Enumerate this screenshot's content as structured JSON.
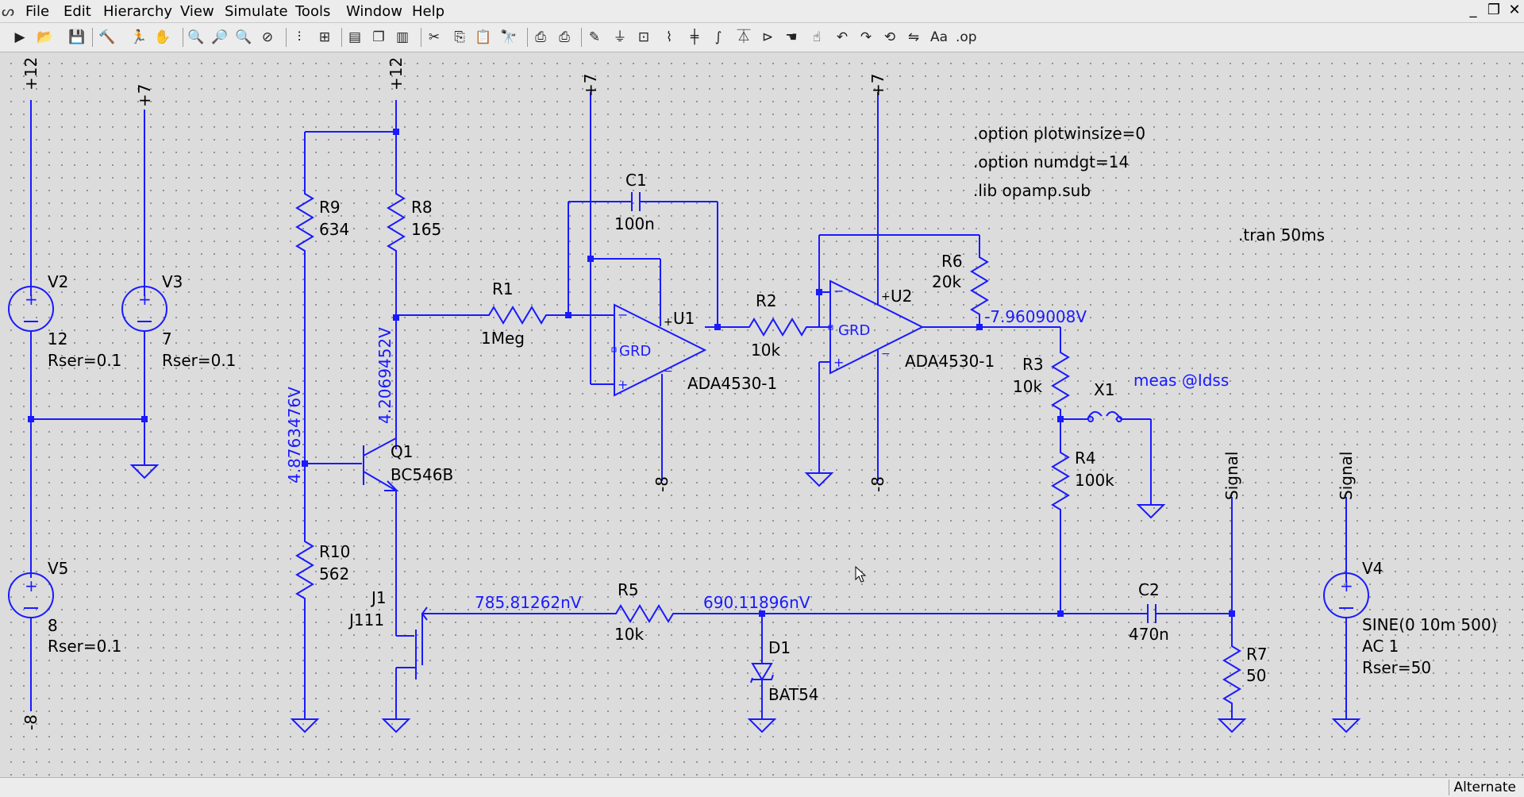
{
  "menu": {
    "items": [
      "File",
      "Edit",
      "Hierarchy",
      "View",
      "Simulate",
      "Tools",
      "Window",
      "Help"
    ]
  },
  "window_controls": {
    "minimize": "_",
    "restore": "❐",
    "close": "✕"
  },
  "toolbar": {
    "icons": [
      "new-schematic-icon",
      "open-icon",
      "save-icon",
      "control-panel-icon",
      "run-icon",
      "halt-icon",
      "zoom-in-icon",
      "zoom-pan-icon",
      "zoom-out-icon",
      "zoom-fit-icon",
      "waveform-autorange-icon",
      "waveform-grid-icon",
      "tile-horizontal-icon",
      "cascade-icon",
      "tile-vertical-icon",
      "cut-icon",
      "copy-icon",
      "paste-icon",
      "find-icon",
      "print-icon",
      "print-preview-icon",
      "draw-wire-icon",
      "ground-icon",
      "label-net-icon",
      "resistor-icon",
      "capacitor-icon",
      "inductor-icon",
      "diode-icon",
      "component-icon",
      "move-icon",
      "drag-icon",
      "undo-icon",
      "redo-icon",
      "rotate-icon",
      "mirror-icon",
      "text-icon",
      "spice-directive-icon"
    ]
  },
  "status": {
    "text": "Alternate"
  },
  "schematic": {
    "supplies": {
      "plus12": "+12",
      "plus7": "+7",
      "minus8": "-8"
    },
    "V2": {
      "name": "V2",
      "value": "12",
      "rser": "Rser=0.1"
    },
    "V3": {
      "name": "V3",
      "value": "7",
      "rser": "Rser=0.1"
    },
    "V5": {
      "name": "V5",
      "value": "8",
      "rser": "Rser=0.1"
    },
    "V4": {
      "name": "V4",
      "line1": "SINE(0 10m 500)",
      "line2": "AC 1",
      "line3": "Rser=50"
    },
    "R9": {
      "name": "R9",
      "value": "634"
    },
    "R8": {
      "name": "R8",
      "value": "165"
    },
    "R10": {
      "name": "R10",
      "value": "562"
    },
    "R1": {
      "name": "R1",
      "value": "1Meg"
    },
    "R2": {
      "name": "R2",
      "value": "10k"
    },
    "R3": {
      "name": "R3",
      "value": "10k"
    },
    "R4": {
      "name": "R4",
      "value": "100k"
    },
    "R5": {
      "name": "R5",
      "value": "10k"
    },
    "R6": {
      "name": "R6",
      "value": "20k"
    },
    "R7": {
      "name": "R7",
      "value": "50"
    },
    "C1": {
      "name": "C1",
      "value": "100n"
    },
    "C2": {
      "name": "C2",
      "value": "470n"
    },
    "Q1": {
      "name": "Q1",
      "value": "BC546B"
    },
    "J1": {
      "name": "J1",
      "value": "J111"
    },
    "D1": {
      "name": "D1",
      "value": "BAT54"
    },
    "U1": {
      "name": "U1",
      "model": "ADA4530-1",
      "grd": "GRD"
    },
    "U2": {
      "name": "U2",
      "model": "ADA4530-1",
      "grd": "GRD"
    },
    "X1": {
      "name": "X1",
      "meas": "meas @Idss"
    },
    "signal_label": "Signal",
    "probes": {
      "v_q1_base": "4.8763476V",
      "v_q1_collector": "4.2069452V",
      "v_u2_out": "-7.9609008V",
      "v_j1_gate": "785.81262nV",
      "v_d1": "690.11896nV"
    },
    "directives": {
      "d1": ".option plotwinsize=0",
      "d2": ".option numdgt=14",
      "d3": ".lib opamp.sub",
      "d4": ".tran 50ms"
    }
  }
}
